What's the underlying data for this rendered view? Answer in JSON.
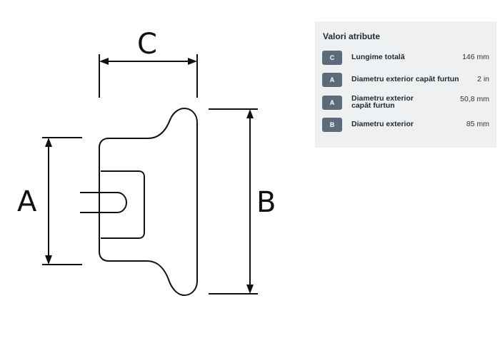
{
  "diagram": {
    "labels": {
      "a": "A",
      "b": "B",
      "c": "C"
    }
  },
  "panel": {
    "title": "Valori atribute",
    "rows": [
      {
        "badge": "C",
        "name": "Lungime totală",
        "value": "146 mm"
      },
      {
        "badge": "A",
        "name": "Diametru exterior capăt furtun",
        "value": "2 in"
      },
      {
        "badge": "A",
        "name": "Diametru exterior\ncapăt furtun",
        "value": "50,8 mm"
      },
      {
        "badge": "B",
        "name": "Diametru exterior",
        "value": "85 mm"
      }
    ]
  },
  "colors": {
    "badge": "#5d6c7c",
    "panel_bg": "#eef0f1",
    "text": "#1d2b33"
  }
}
